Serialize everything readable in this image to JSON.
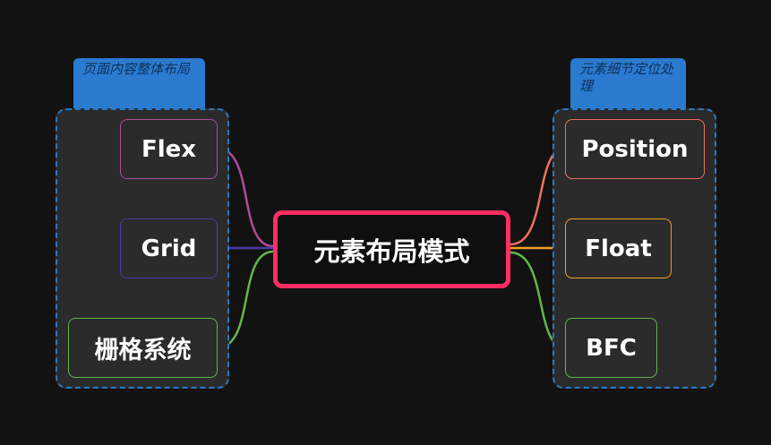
{
  "center": {
    "label": "元素布局模式",
    "border_color": "#ff2e63"
  },
  "left_group": {
    "tag": "页面内容整体布局",
    "items": [
      {
        "label": "Flex",
        "color": "#b04a9a"
      },
      {
        "label": "Grid",
        "color": "#4a3aa8"
      },
      {
        "label": "栅格系统",
        "color": "#63b64a"
      }
    ]
  },
  "right_group": {
    "tag": "元素细节定位处理",
    "items": [
      {
        "label": "Position",
        "color": "#f07060"
      },
      {
        "label": "Float",
        "color": "#f0a020"
      },
      {
        "label": "BFC",
        "color": "#63b64a"
      }
    ]
  },
  "colors": {
    "background": "#121212",
    "group_border": "#2a79c3",
    "tag_fill": "#2a7bd0"
  }
}
